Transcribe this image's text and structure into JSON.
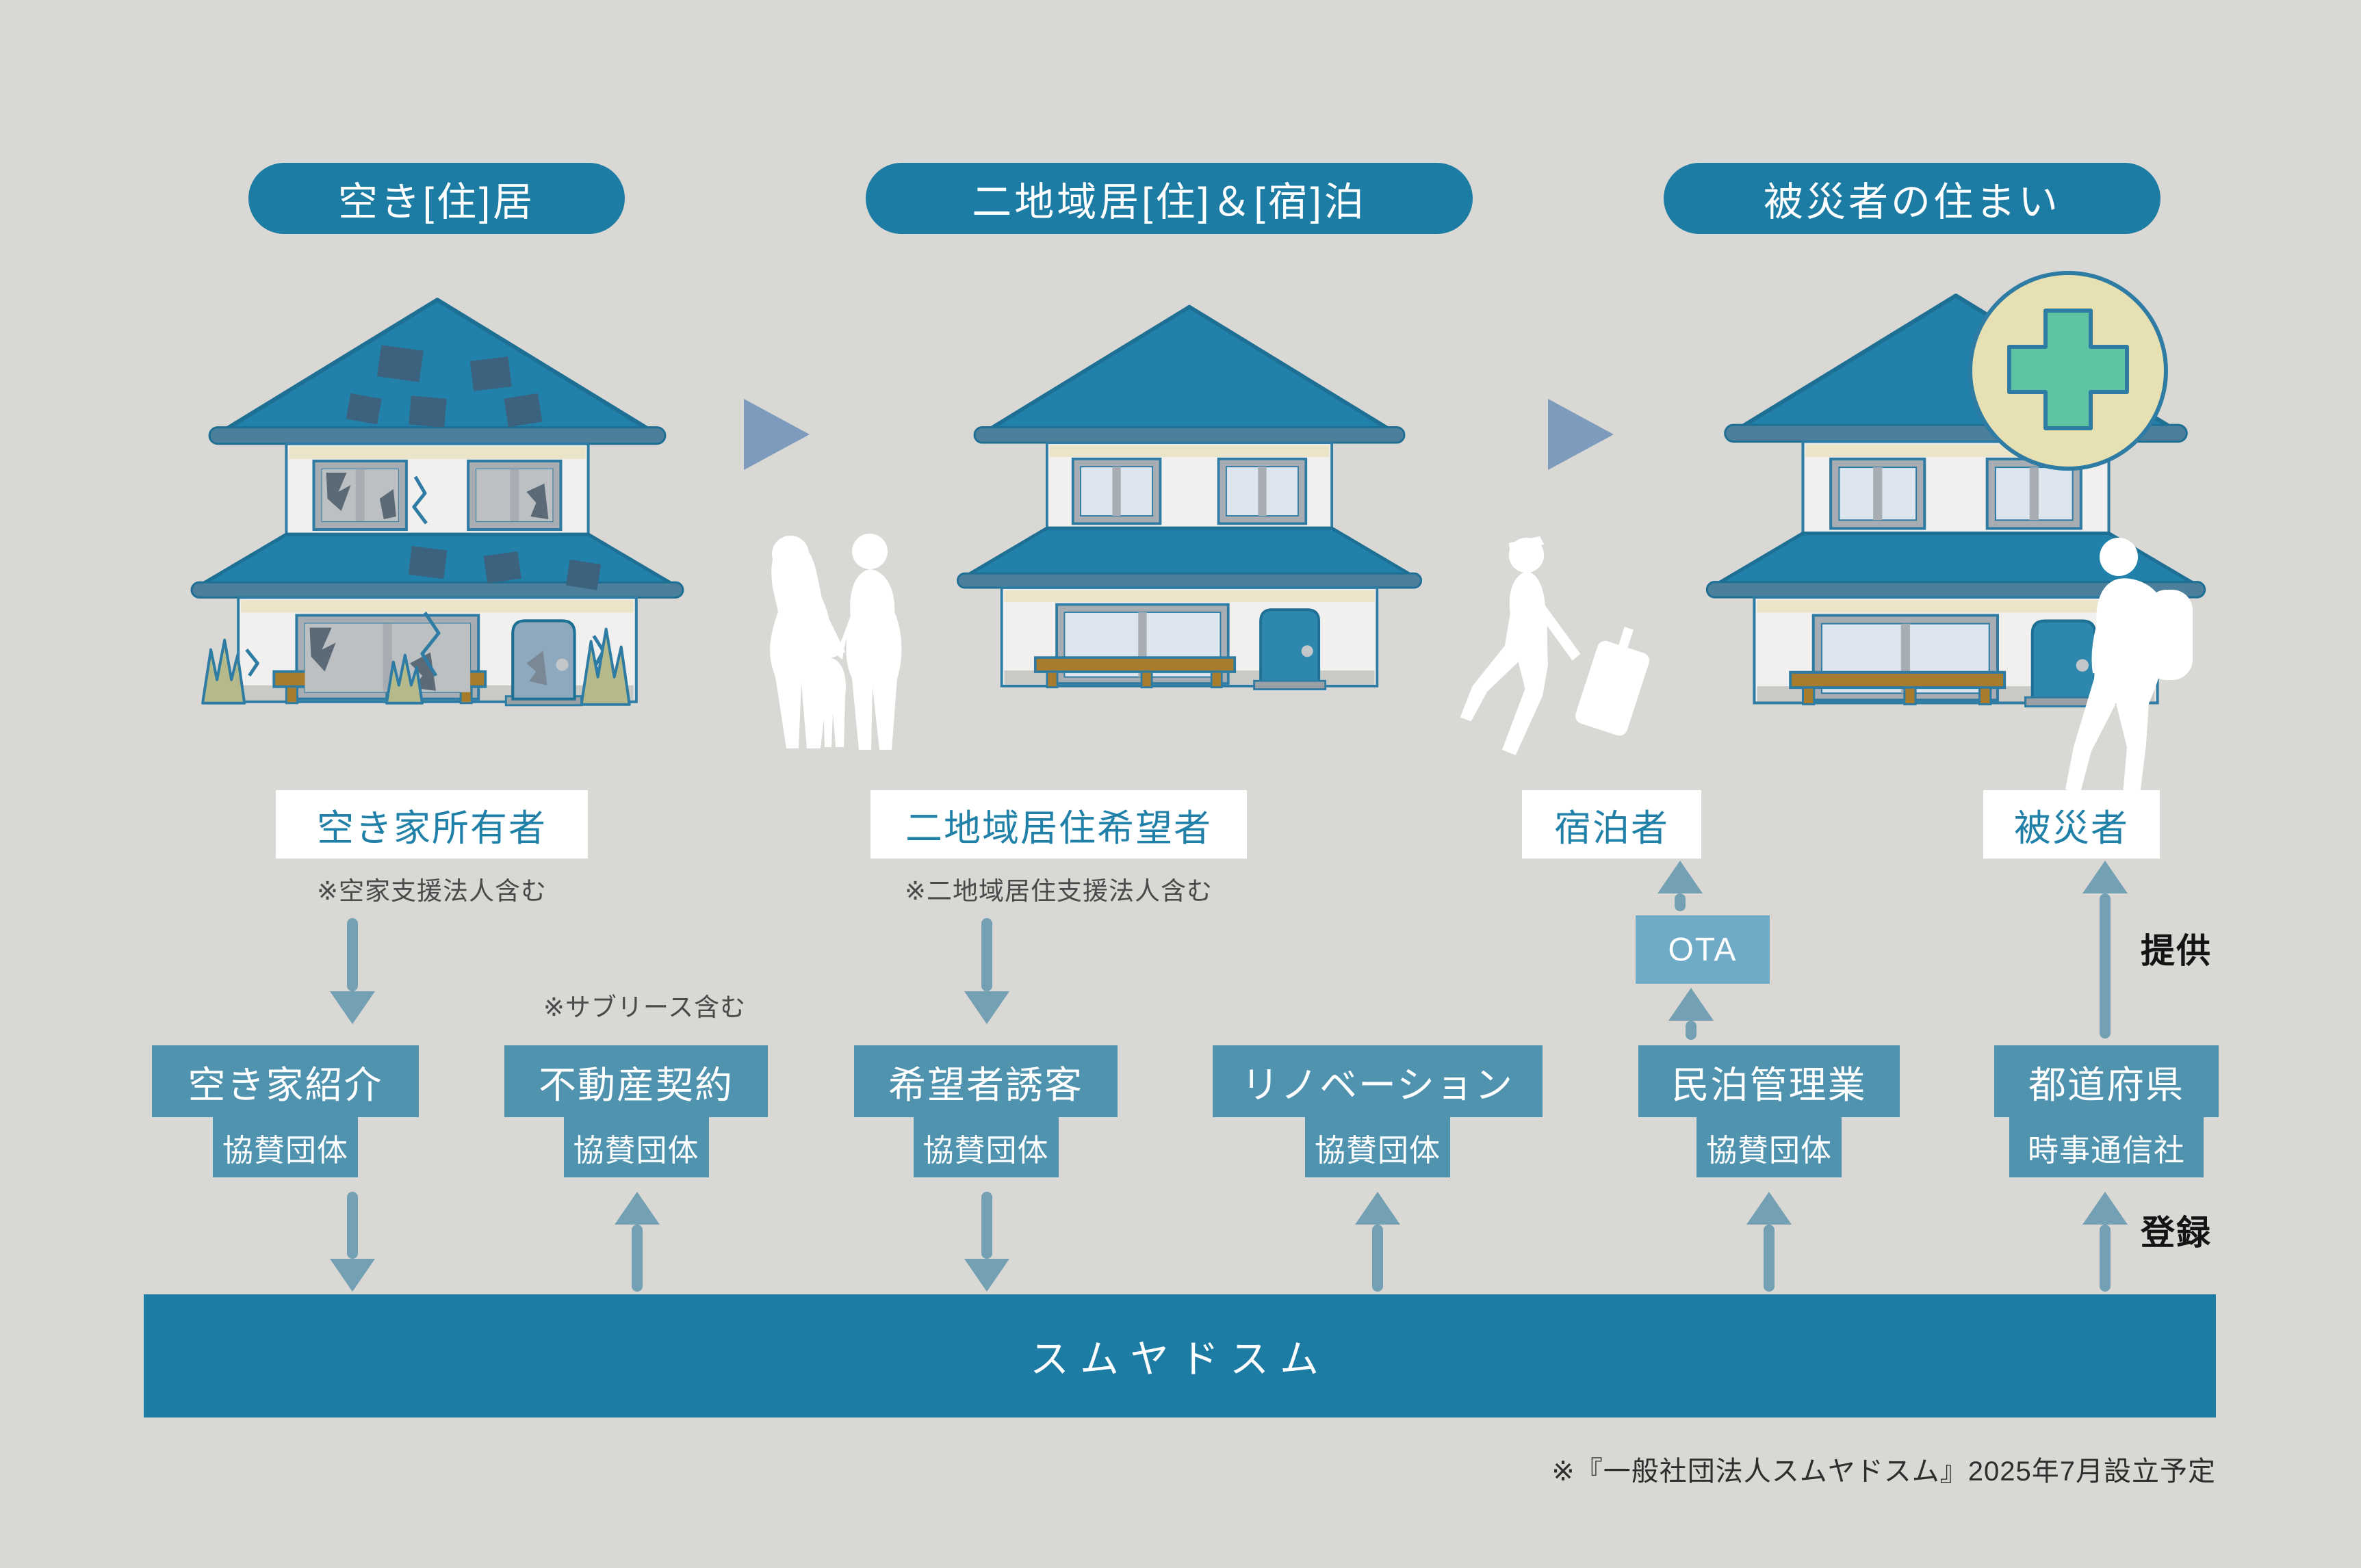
{
  "header": {
    "stages": [
      {
        "label": "空き[住]居"
      },
      {
        "label": "二地域居[住]＆[宿]泊"
      },
      {
        "label": "被災者の住まい"
      }
    ]
  },
  "actors": {
    "owner": {
      "label": "空き家所有者",
      "note": "※空家支援法人含む"
    },
    "applicant": {
      "label": "二地域居住希望者",
      "note": "※二地域居住支援法人含む"
    },
    "guest": {
      "label": "宿泊者"
    },
    "victim": {
      "label": "被災者"
    }
  },
  "process_boxes": [
    {
      "title": "空き家紹介",
      "subtitle": "協賛団体"
    },
    {
      "title": "不動産契約",
      "subtitle": "協賛団体",
      "note": "※サブリース含む"
    },
    {
      "title": "希望者誘客",
      "subtitle": "協賛団体"
    },
    {
      "title": "リノベーション",
      "subtitle": "協賛団体"
    },
    {
      "title": "民泊管理業",
      "subtitle": "協賛団体"
    },
    {
      "title": "都道府県",
      "subtitle": "時事通信社"
    }
  ],
  "ota": {
    "label": "OTA"
  },
  "flow": {
    "provide": "提供",
    "register": "登録"
  },
  "platform": {
    "label": "スムヤドスム"
  },
  "footer": {
    "note": "※『一般社団法人スムヤドスム』2025年7月設立予定"
  },
  "colors": {
    "background": "#d9d8d5",
    "brand_teal": "#1d7ca3",
    "process_box": "#4f93ae",
    "ota_box": "#6fabc6",
    "arrow": "#74a0b3",
    "stage_arrow": "#7d9cbd",
    "roof": "#2181ab",
    "badge_bg": "#e7e0b3",
    "badge_cross": "#5fc4a3"
  }
}
